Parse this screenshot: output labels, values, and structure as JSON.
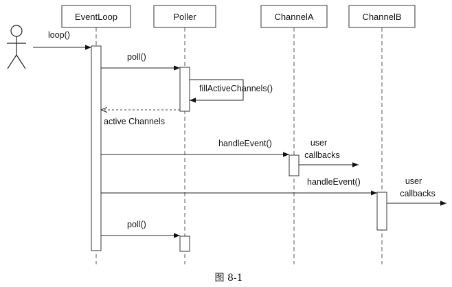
{
  "participants": {
    "eventloop": "EventLoop",
    "poller": "Poller",
    "channel_a": "ChannelA",
    "channel_b": "ChannelB"
  },
  "messages": {
    "loop": "loop()",
    "poll_1": "poll()",
    "fill_active": "fillActiveChannels()",
    "active_channels": "active Channels",
    "handle_event_a": "handleEvent()",
    "user_a_line1": "user",
    "user_a_line2": "callbacks",
    "handle_event_b": "handleEvent()",
    "user_b_line1": "user",
    "user_b_line2": "callbacks",
    "poll_2": "poll()"
  },
  "caption": "图 8-1"
}
